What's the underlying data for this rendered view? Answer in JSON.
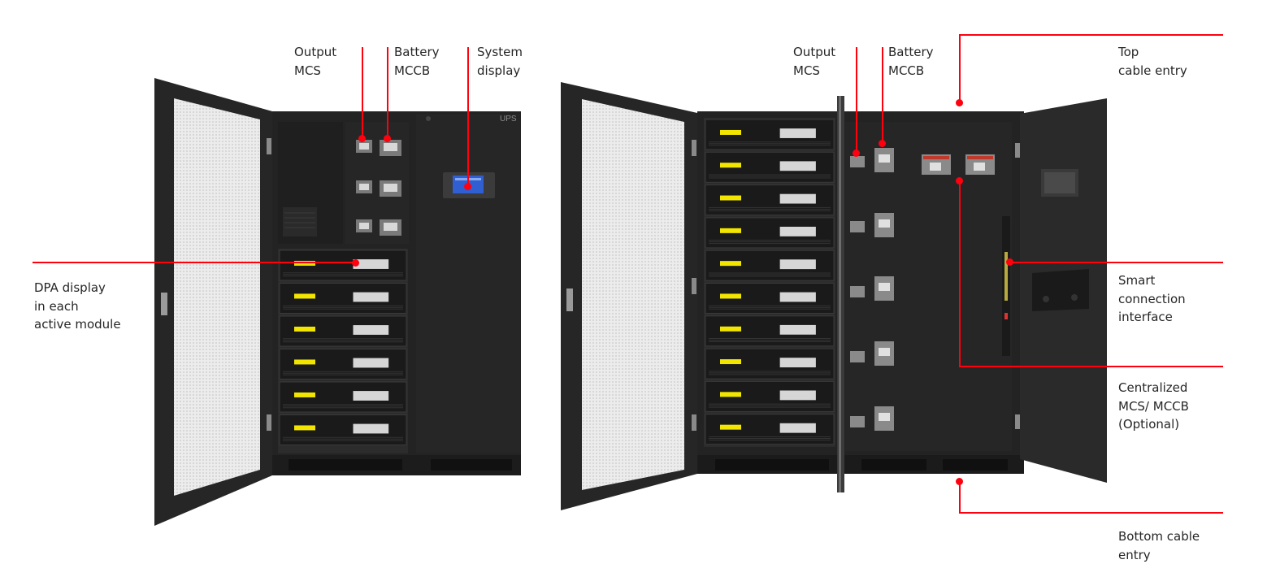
{
  "left_cabinet": {
    "badge": "UPS",
    "callouts": {
      "output_mcs": "Output\nMCS",
      "battery_mccb": "Battery\nMCCB",
      "system_display": "System\ndisplay",
      "dpa_display": "DPA display\nin each\nactive module"
    }
  },
  "right_cabinet": {
    "callouts": {
      "output_mcs": "Output\nMCS",
      "battery_mccb": "Battery\nMCCB",
      "top_cable_entry": "Top\ncable entry",
      "smart_connection": "Smart\nconnection\ninterface",
      "centralized": "Centralized\nMCS/ MCCB\n(Optional)",
      "bottom_cable_entry": "Bottom cable\nentry"
    }
  },
  "colors": {
    "accent": "#ff000f",
    "cabinet": "#232323",
    "module": "#1a1a1a",
    "label_yellow": "#f2e600",
    "door_mesh": "#e4e4e4",
    "screen": "#2f5fd0"
  }
}
